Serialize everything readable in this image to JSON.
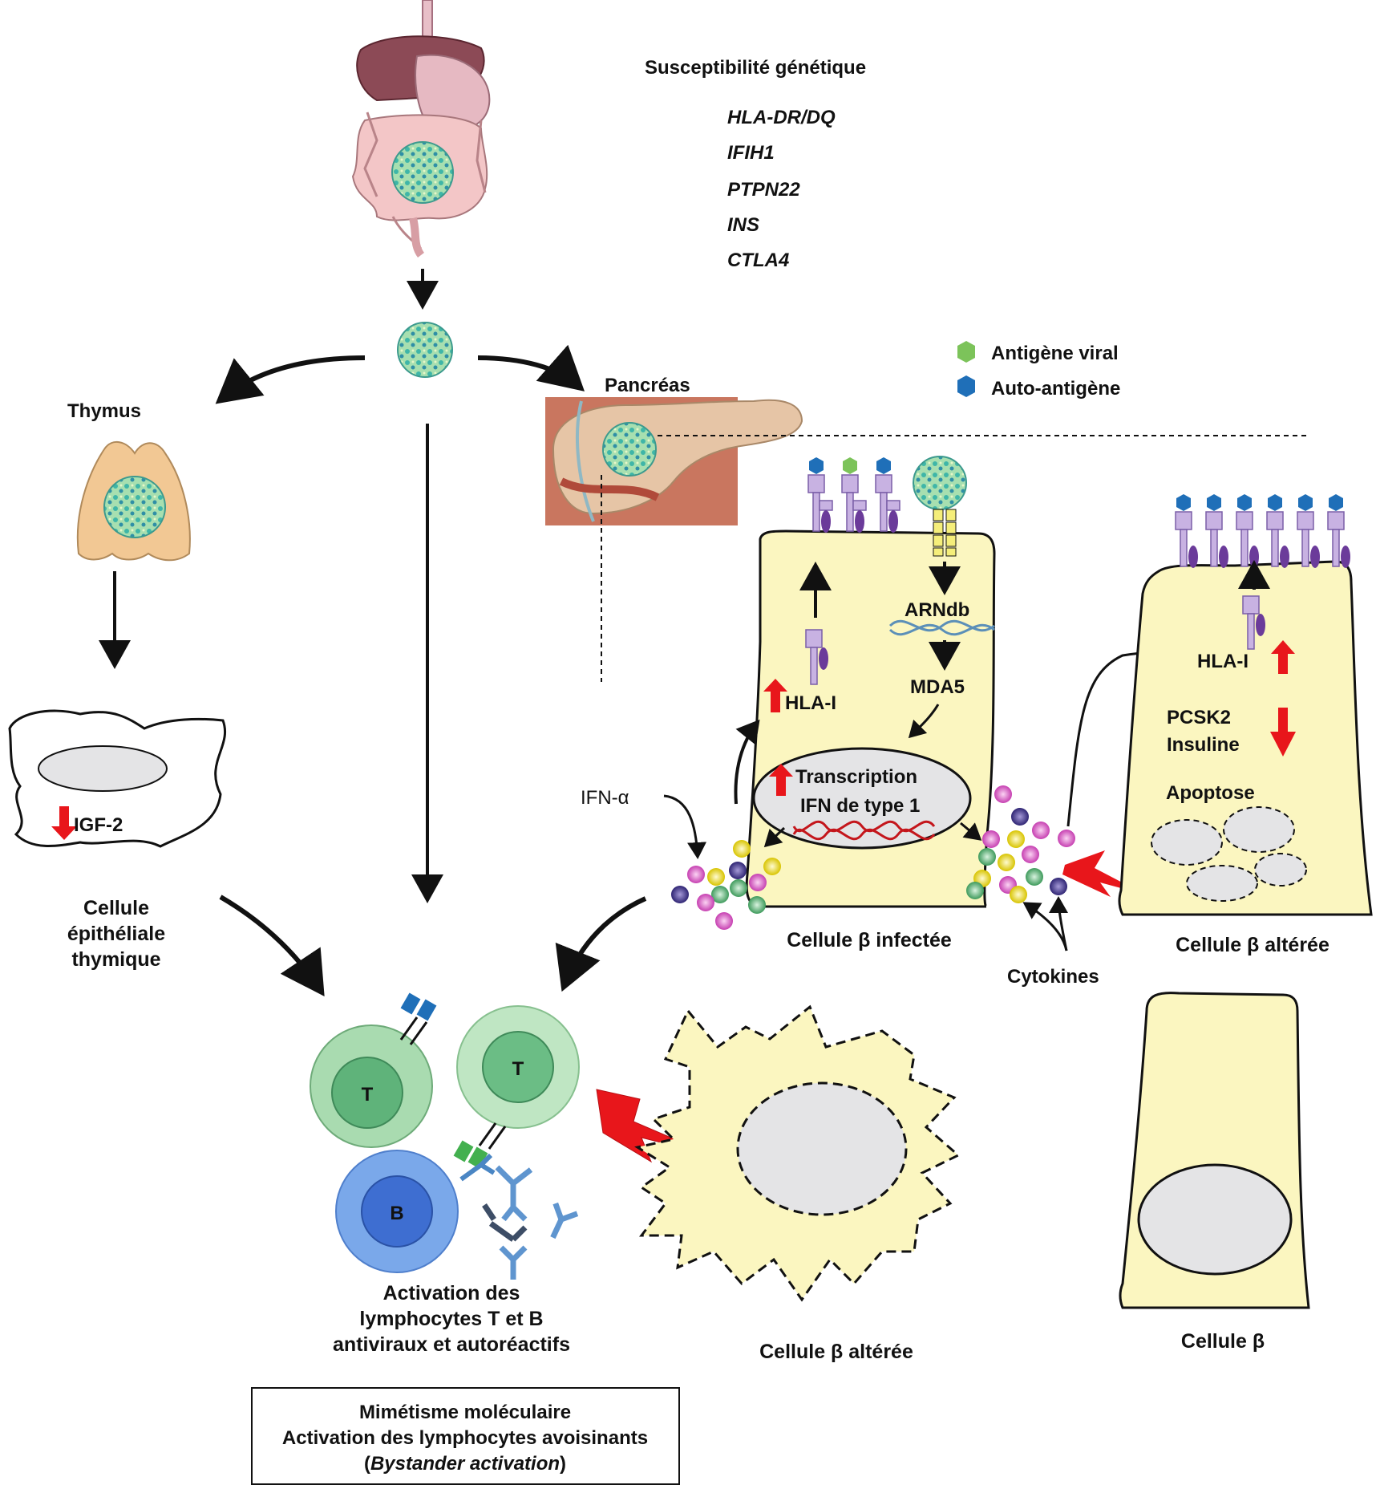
{
  "genetic": {
    "title": "Susceptibilité génétique",
    "genes": [
      "HLA-DR/DQ",
      "IFIH1",
      "PTPN22",
      "INS",
      "CTLA4"
    ]
  },
  "legend": {
    "viral_antigen": "Antigène viral",
    "auto_antigen": "Auto-antigène",
    "viral_color": "#7cc35a",
    "auto_color": "#1f6fb8"
  },
  "labels": {
    "thymus": "Thymus",
    "pancreas": "Pancréas",
    "igf2": "IGF-2",
    "thymic_cell": [
      "Cellule",
      "épithéliale",
      "thymique"
    ],
    "ifn_alpha": "IFN-α",
    "hla_left": "HLA-I",
    "arndb": "ARNdb",
    "mda5": "MDA5",
    "transcription": "Transcription",
    "ifn_type1": "IFN de type 1",
    "infected_cell": "Cellule β infectée",
    "cytokines": "Cytokines",
    "hla_right": "HLA-I",
    "pcsk2": "PCSK2",
    "insuline": "Insuline",
    "apoptose": "Apoptose",
    "altered_cell_top": "Cellule β altérée",
    "t_cell": "T",
    "b_cell": "B",
    "activation": [
      "Activation des",
      "lymphocytes T et B",
      "antiviraux et autoréactifs"
    ],
    "altered_cell_bottom": "Cellule β altérée",
    "beta_cell": "Cellule β"
  },
  "box": {
    "line1": "Mimétisme moléculaire",
    "line2": "Activation des lymphocytes avoisinants",
    "line3_open": "(",
    "line3_italic": "Bystander activation",
    "line3_close": ")"
  },
  "colors": {
    "cell_fill": "#fbf6c0",
    "nucleus": "#e4e4e6",
    "red": "#e8161b",
    "t_cell": "#9bd3a3",
    "b_cell": "#6e9fe6",
    "receptor": "#b9a2d8"
  }
}
